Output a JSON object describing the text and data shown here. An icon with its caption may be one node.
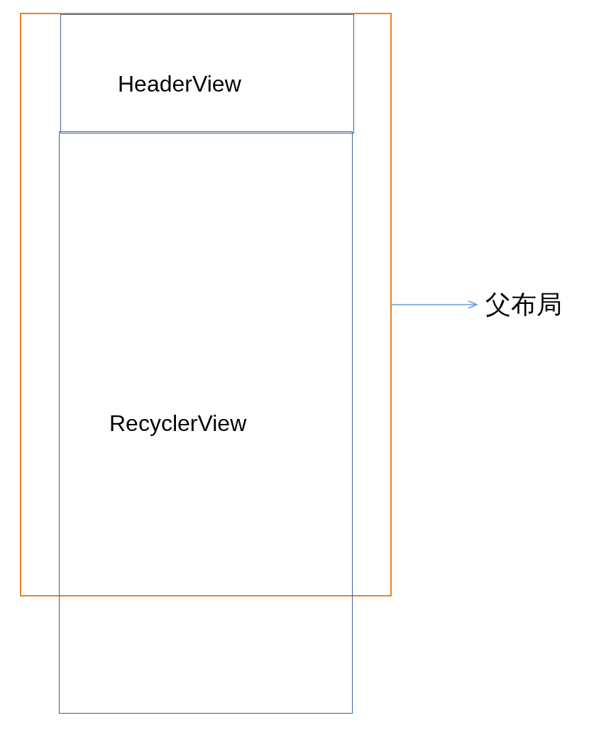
{
  "diagram": {
    "nodes": [
      {
        "text": [],
        "shape": "box"
      },
      {
        "text": [
          "HeaderView"
        ],
        "in": 0
      },
      {
        "text": [
          "RecyclerView"
        ]
      },
      {
        "text": [
          "父布局"
        ]
      }
    ],
    "edges": [
      {
        "from": 0,
        "to": 3,
        "arrow": "to"
      }
    ]
  }
}
